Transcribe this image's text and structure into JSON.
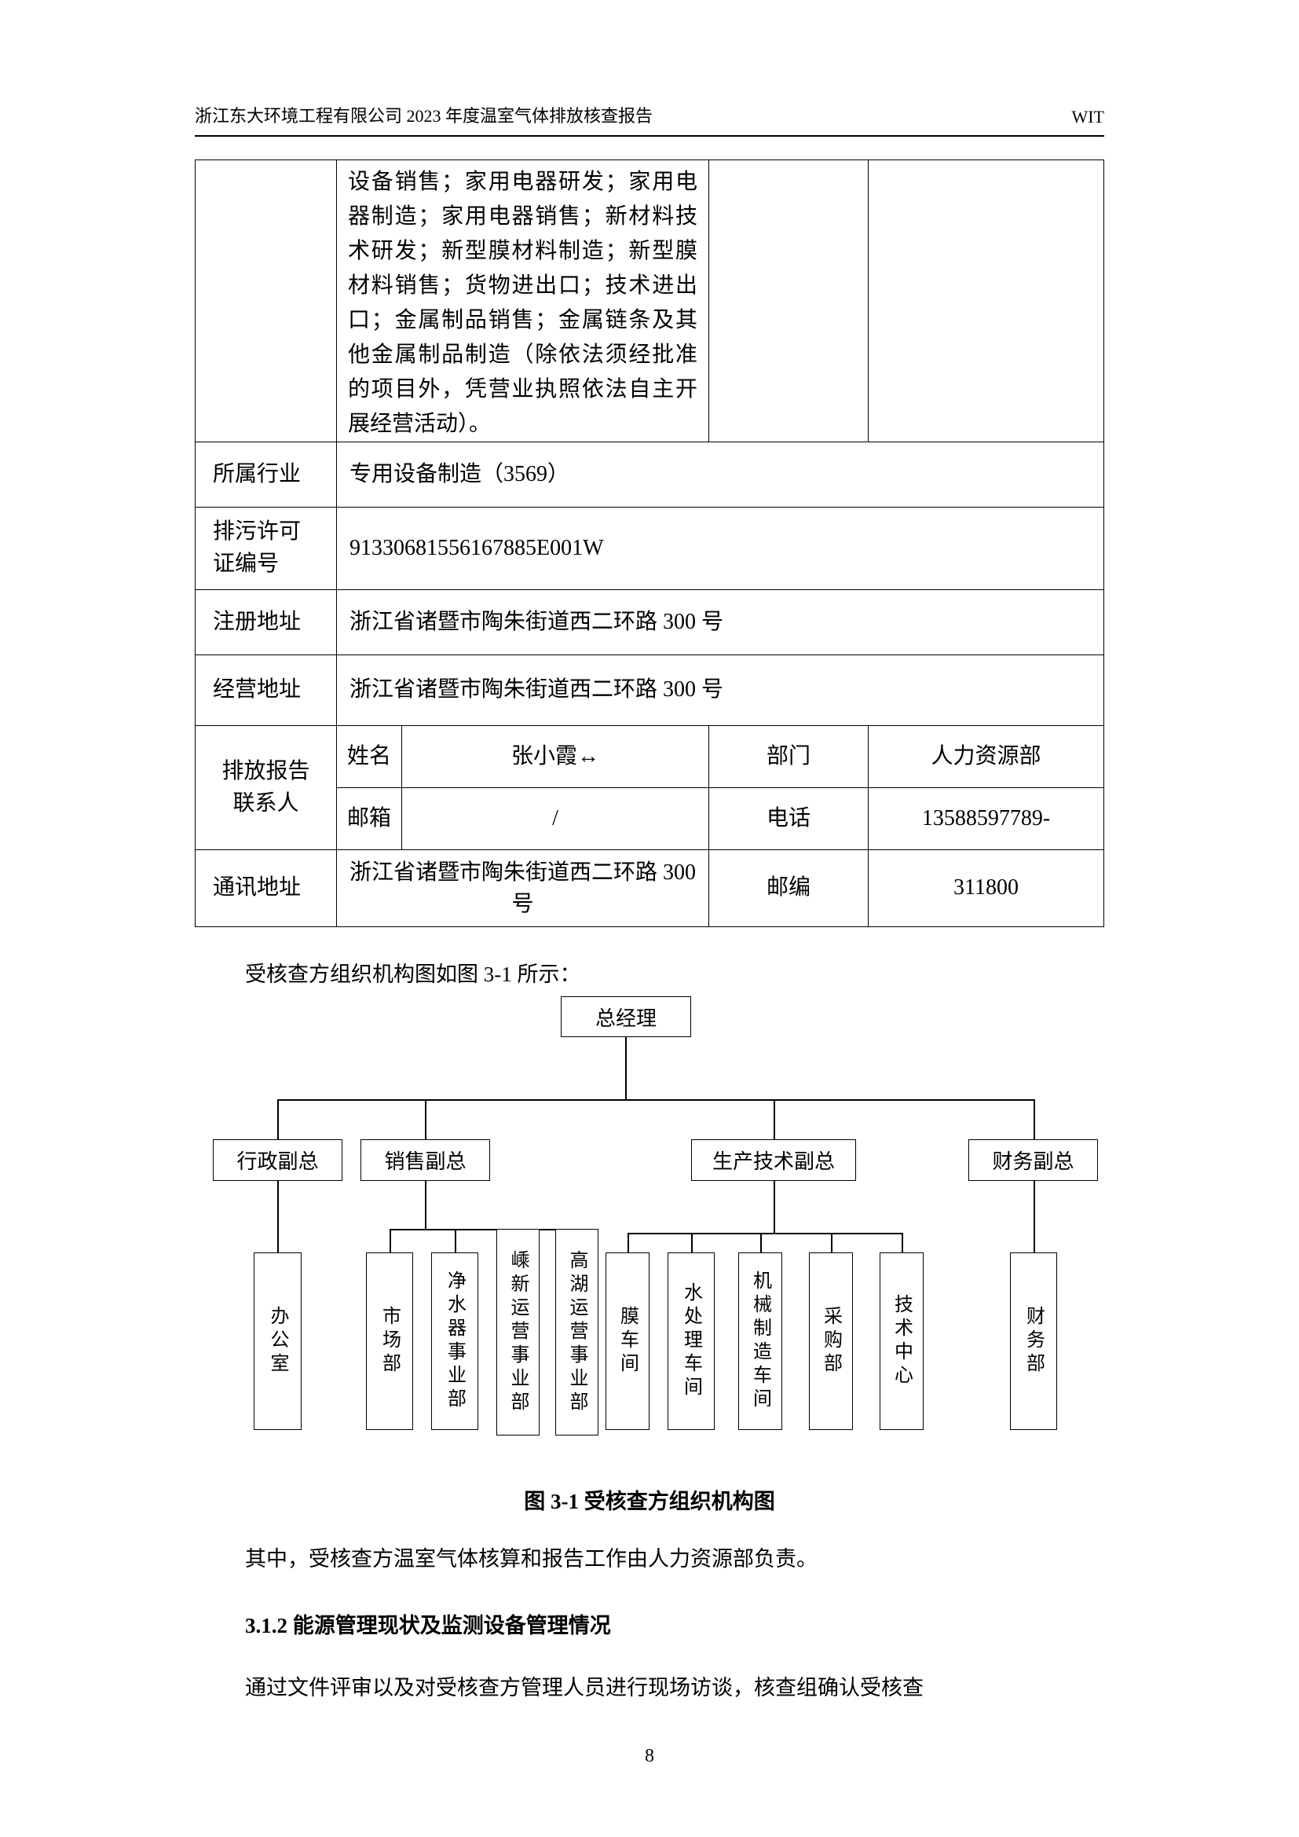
{
  "header": {
    "title": "浙江东大环境工程有限公司 2023 年度温室气体排放核查报告",
    "brand": "WIT"
  },
  "table": {
    "business_scope_continued": "设备销售；家用电器研发；家用电器制造；家用电器销售；新材料技术研发；新型膜材料制造；新型膜材料销售；货物进出口；技术进出口；金属制品销售；金属链条及其他金属制品制造（除依法须经批准的项目外，凭营业执照依法自主开展经营活动）。",
    "industry_label": "所属行业",
    "industry_value": "专用设备制造（3569）",
    "permit_label": "排污许可证编号",
    "permit_value": "91330681556167885E001W",
    "registered_address_label": "注册地址",
    "registered_address_value": "浙江省诸暨市陶朱街道西二环路 300 号",
    "business_address_label": "经营地址",
    "business_address_value": "浙江省诸暨市陶朱街道西二环路 300 号",
    "contact_label": "排放报告联系人",
    "contact_name_label": "姓名",
    "contact_name_value": "张小霞↔",
    "contact_dept_label": "部门",
    "contact_dept_value": "人力资源部",
    "contact_email_label": "邮箱",
    "contact_email_value": "/",
    "contact_phone_label": "电话",
    "contact_phone_value": "13588597789-",
    "mail_address_label": "通讯地址",
    "mail_address_value": "浙江省诸暨市陶朱街道西二环路 300 号",
    "postcode_label": "邮编",
    "postcode_value": "311800"
  },
  "paragraphs": {
    "intro": "受核查方组织机构图如图 3-1 所示：",
    "responsibility": "其中，受核查方温室气体核算和报告工作由人力资源部负责。",
    "review": "通过文件评审以及对受核查方管理人员进行现场访谈，核查组确认受核查"
  },
  "org_chart": {
    "root": "总经理",
    "level2": [
      "行政副总",
      "销售副总",
      "生产技术副总",
      "财务副总"
    ],
    "level3": [
      "办公室",
      "市场部",
      "净水器事业部",
      "嵊新运营事业部",
      "高湖运营事业部",
      "膜车间",
      "水处理车间",
      "机械制造车间",
      "采购部",
      "技术中心",
      "财务部"
    ]
  },
  "caption": "图 3-1 受核查方组织机构图",
  "heading_312": "3.1.2 能源管理现状及监测设备管理情况",
  "page_number": "8"
}
